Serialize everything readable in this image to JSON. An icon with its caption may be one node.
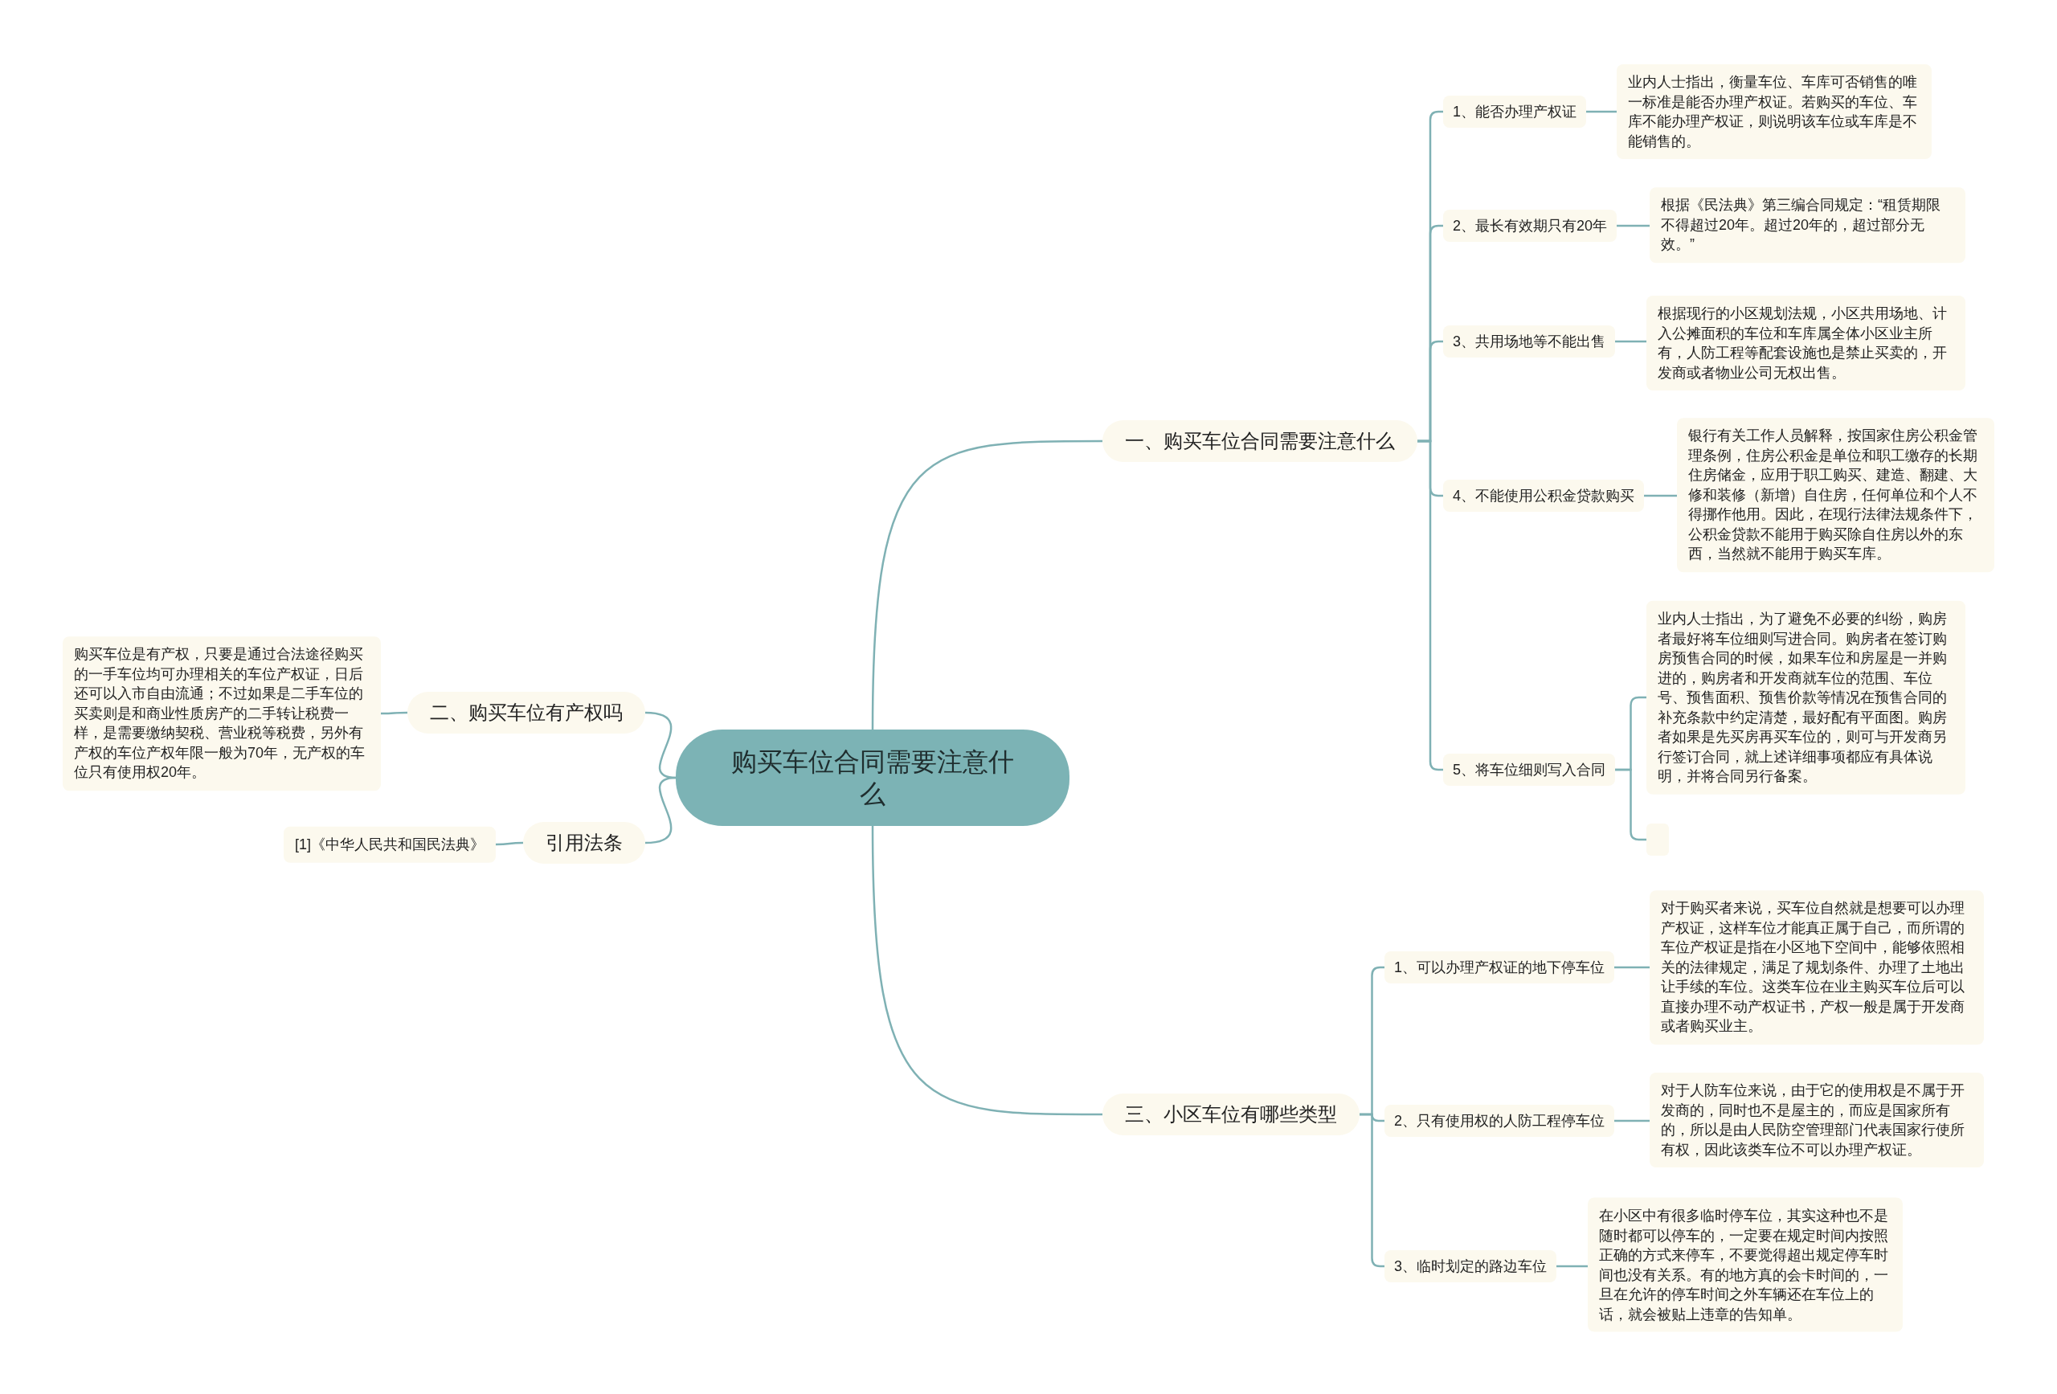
{
  "diagram": {
    "nodes": [
      {
        "text": [
          "购买车位合同需要注意什么"
        ]
      },
      {
        "text": [
          "一、购买车位合同需要注意什么"
        ]
      },
      {
        "text": [
          "1、能否办理产权证"
        ]
      },
      {
        "text": [
          "业内人士指出，衡量车位、车库可否销售的唯一标准是能否办理产权证。若购买的车位、车库不能办理产权证，则说明该车位或车库是不能销售的。"
        ]
      },
      {
        "text": [
          "2、最长有效期只有20年"
        ]
      },
      {
        "text": [
          "根据《民法典》第三编合同规定：“租赁期限不得超过20年。超过20年的，超过部分无效。”"
        ]
      },
      {
        "text": [
          "3、共用场地等不能出售"
        ]
      },
      {
        "text": [
          "根据现行的小区规划法规，小区共用场地、计入公摊面积的车位和车库属全体小区业主所有，人防工程等配套设施也是禁止买卖的，开发商或者物业公司无权出售。"
        ]
      },
      {
        "text": [
          "4、不能使用公积金贷款购买"
        ]
      },
      {
        "text": [
          "银行有关工作人员解释，按国家住房公积金管理条例，住房公积金是单位和职工缴存的长期住房储金，应用于职工购买、建造、翻建、大修和装修（新增）自住房，任何单位和个人不得挪作他用。因此，在现行法律法规条件下，公积金贷款不能用于购买除自住房以外的东西，当然就不能用于购买车库。"
        ]
      },
      {
        "text": [
          "5、将车位细则写入合同"
        ]
      },
      {
        "text": [
          "业内人士指出，为了避免不必要的纠纷，购房者最好将车位细则写进合同。购房者在签订购房预售合同的时候，如果车位和房屋是一并购进的，购房者和开发商就车位的范围、车位号、预售面积、预售价款等情况在预售合同的补充条款中约定清楚，最好配有平面图。购房者如果是先买房再买车位的，则可与开发商另行签订合同，就上述详细事项都应有具体说明，并将合同另行备案。"
        ]
      },
      {
        "text": [],
        "shape": "box"
      },
      {
        "text": [
          "二、购买车位有产权吗"
        ]
      },
      {
        "text": [
          "购买车位是有产权，只要是通过合法途径购买的一手车位均可办理相关的车位产权证，日后还可以入市自由流通；不过如果是二手车位的买卖则是和商业性质房产的二手转让税费一样，是需要缴纳契税、营业税等税费，另外有产权的车位产权年限一般为70年，无产权的车位只有使用权20年。"
        ]
      },
      {
        "text": [
          "引用法条"
        ]
      },
      {
        "text": [
          "[1]《中华人民共和国民法典》"
        ]
      },
      {
        "text": [
          "三、小区车位有哪些类型"
        ]
      },
      {
        "text": [
          "1、可以办理产权证的地下停车位"
        ]
      },
      {
        "text": [
          "对于购买者来说，买车位自然就是想要可以办理产权证，这样车位才能真正属于自己，而所谓的车位产权证是指在小区地下空间中，能够依照相关的法律规定，满足了规划条件、办理了土地出让手续的车位。这类车位在业主购买车位后可以直接办理不动产权证书，产权一般是属于开发商或者购买业主。"
        ]
      },
      {
        "text": [
          "2、只有使用权的人防工程停车位"
        ]
      },
      {
        "text": [
          "对于人防车位来说，由于它的使用权是不属于开发商的，同时也不是屋主的，而应是国家所有的，所以是由人民防空管理部门代表国家行使所有权，因此该类车位不可以办理产权证。"
        ]
      },
      {
        "text": [
          "3、临时划定的路边车位"
        ]
      },
      {
        "text": [
          "在小区中有很多临时停车位，其实这种也不是随时都可以停车的，一定要在规定时间内按照正确的方式来停车，不要觉得超出规定停车时间也没有关系。有的地方真的会卡时间的，一旦在允许的停车时间之外车辆还在车位上的话，就会被贴上违章的告知单。"
        ]
      }
    ],
    "edges": [
      {
        "from": 0,
        "to": 1,
        "arrow": "none"
      },
      {
        "from": 1,
        "to": 2,
        "arrow": "none"
      },
      {
        "from": 2,
        "to": 3,
        "arrow": "none"
      },
      {
        "from": 1,
        "to": 4,
        "arrow": "none"
      },
      {
        "from": 4,
        "to": 5,
        "arrow": "none"
      },
      {
        "from": 1,
        "to": 6,
        "arrow": "none"
      },
      {
        "from": 6,
        "to": 7,
        "arrow": "none"
      },
      {
        "from": 1,
        "to": 8,
        "arrow": "none"
      },
      {
        "from": 8,
        "to": 9,
        "arrow": "none"
      },
      {
        "from": 1,
        "to": 10,
        "arrow": "none"
      },
      {
        "from": 10,
        "to": 11,
        "arrow": "none"
      },
      {
        "from": 10,
        "to": 12,
        "arrow": "none"
      },
      {
        "from": 0,
        "to": 13,
        "arrow": "none"
      },
      {
        "from": 13,
        "to": 14,
        "arrow": "none"
      },
      {
        "from": 0,
        "to": 15,
        "arrow": "none"
      },
      {
        "from": 15,
        "to": 16,
        "arrow": "none"
      },
      {
        "from": 0,
        "to": 17,
        "arrow": "none"
      },
      {
        "from": 17,
        "to": 18,
        "arrow": "none"
      },
      {
        "from": 18,
        "to": 19,
        "arrow": "none"
      },
      {
        "from": 17,
        "to": 20,
        "arrow": "none"
      },
      {
        "from": 20,
        "to": 21,
        "arrow": "none"
      },
      {
        "from": 17,
        "to": 22,
        "arrow": "none"
      },
      {
        "from": 22,
        "to": 23,
        "arrow": "none"
      }
    ]
  }
}
